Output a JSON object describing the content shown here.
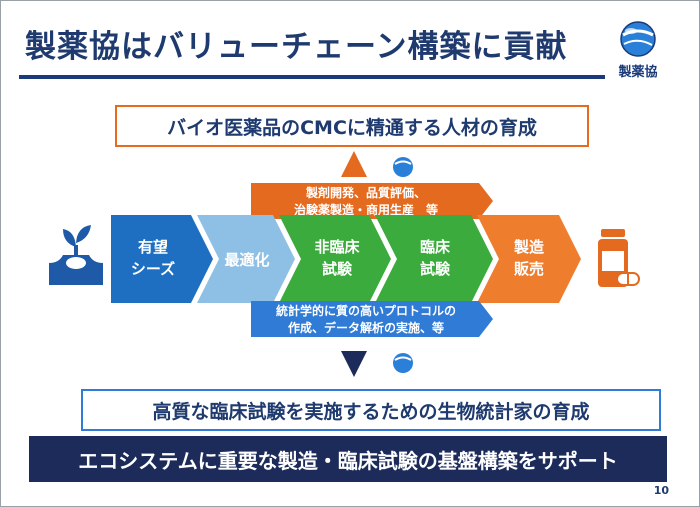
{
  "slide": {
    "title": "製薬協はバリューチェーン構築に貢献",
    "logo_text": "製薬協",
    "top_goal": "バイオ医薬品のCMCに精通する人材の育成",
    "upper_banner": {
      "line1": "製剤開発、品質評価、",
      "line2": "治験薬製造・商用生産　等"
    },
    "chain": [
      {
        "line1": "有望",
        "line2": "シーズ"
      },
      {
        "line1": "最適化",
        "line2": ""
      },
      {
        "line1": "非臨床",
        "line2": "試験"
      },
      {
        "line1": "臨床",
        "line2": "試験"
      },
      {
        "line1": "製造",
        "line2": "販売"
      }
    ],
    "lower_banner": {
      "line1": "統計学的に質の高いプロトコルの",
      "line2": "作成、データ解析の実施、等"
    },
    "mid_goal": "高質な臨床試験を実施するための生物統計家の育成",
    "bottom_bar": "エコシステムに重要な製造・臨床試験の基盤構築をサポート",
    "page_number": "10"
  },
  "colors": {
    "navy": "#1e3a6e",
    "orange": "#e46a1f",
    "blue": "#2f7bd6",
    "green": "#3aab3c",
    "light_blue": "#8ec0e6",
    "bottom_bar_bg": "#1c2b5a"
  },
  "icons": [
    "seedling-icon",
    "medicine-bottle-icon",
    "globe-logo-icon"
  ]
}
